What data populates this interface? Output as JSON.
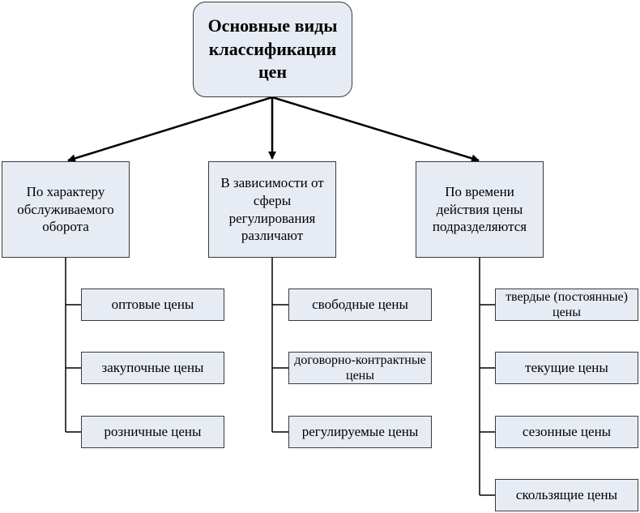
{
  "diagram": {
    "root": {
      "title": "Основные виды классификации цен"
    },
    "categories": [
      {
        "label": "По характеру обслуживаемого оборота",
        "items": [
          "оптовые цены",
          "закупочные цены",
          "розничные цены"
        ]
      },
      {
        "label": "В зависимости от сферы регулирования различают",
        "items": [
          "свободные цены",
          "договорно-контрактные цены",
          "регулируемые цены"
        ]
      },
      {
        "label": "По времени действия цены подразделяются",
        "items": [
          "твердые (постоянные) цены",
          "текущие цены",
          "сезонные цены",
          "скользящие цены"
        ]
      }
    ],
    "colors": {
      "box_fill": "#e7ecf4",
      "box_border": "#3a3a3a",
      "connector": "#000000"
    }
  }
}
